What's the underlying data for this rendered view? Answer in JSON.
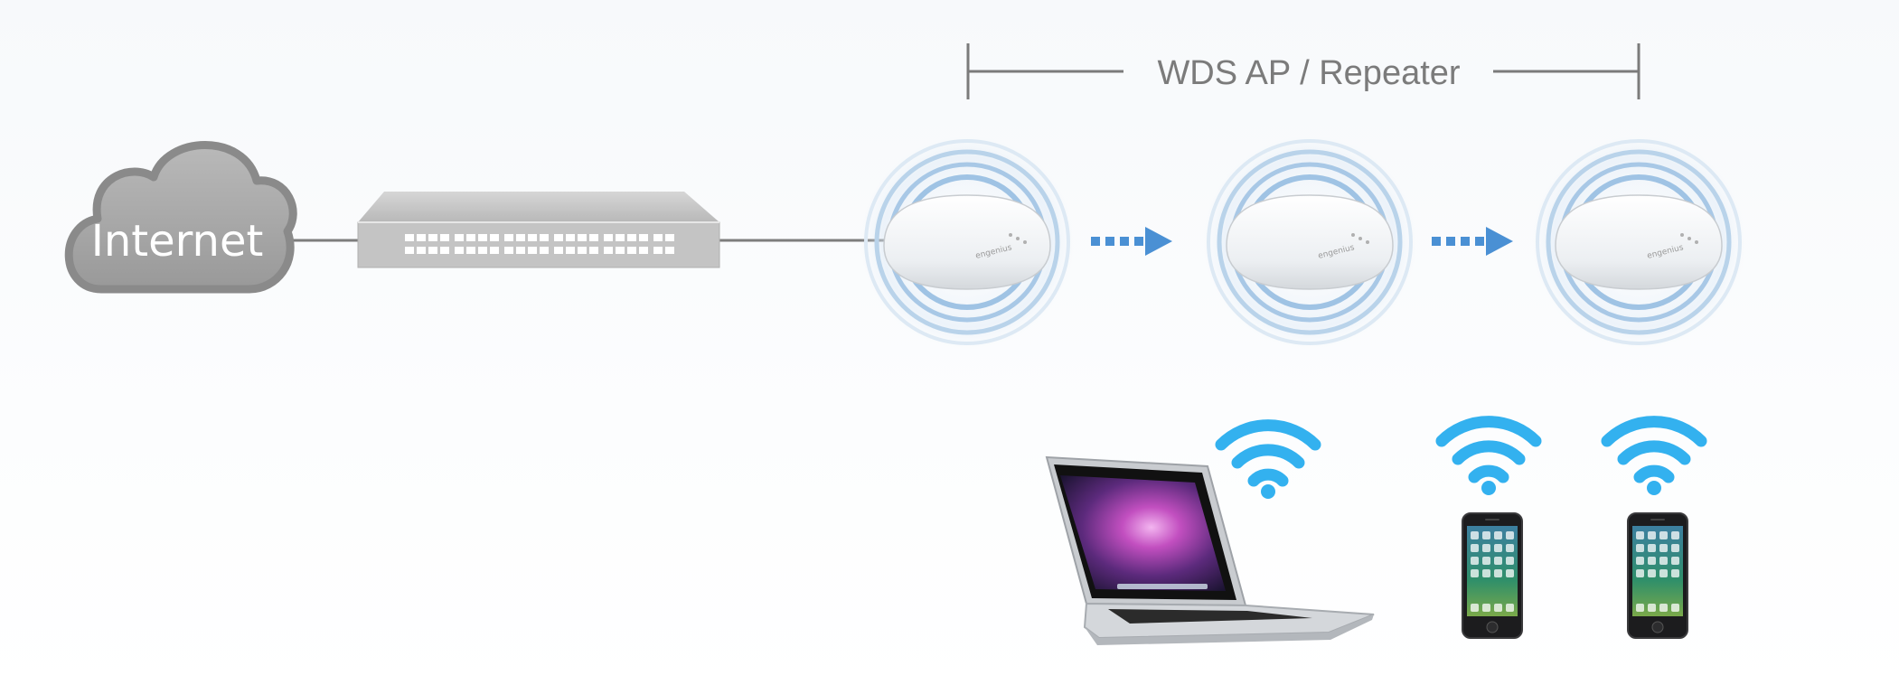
{
  "diagram": {
    "internet_label": "Internet",
    "bracket_label": "WDS AP / Repeater",
    "ap_brand": "engenius",
    "colors": {
      "cloud_fill": "#a9a9a9",
      "cloud_stroke": "#8a8a8a",
      "switch": "#bdbdbd",
      "cable": "#7d7d7d",
      "signal_rings": "#9fc3e4",
      "arrow": "#4a90d4",
      "wifi": "#33b1ef",
      "bracket_text": "#7b7b7b"
    },
    "icons": [
      "cloud-icon",
      "switch-icon",
      "access-point-icon",
      "wifi-icon",
      "laptop-icon",
      "smartphone-icon",
      "arrow-icon"
    ]
  }
}
